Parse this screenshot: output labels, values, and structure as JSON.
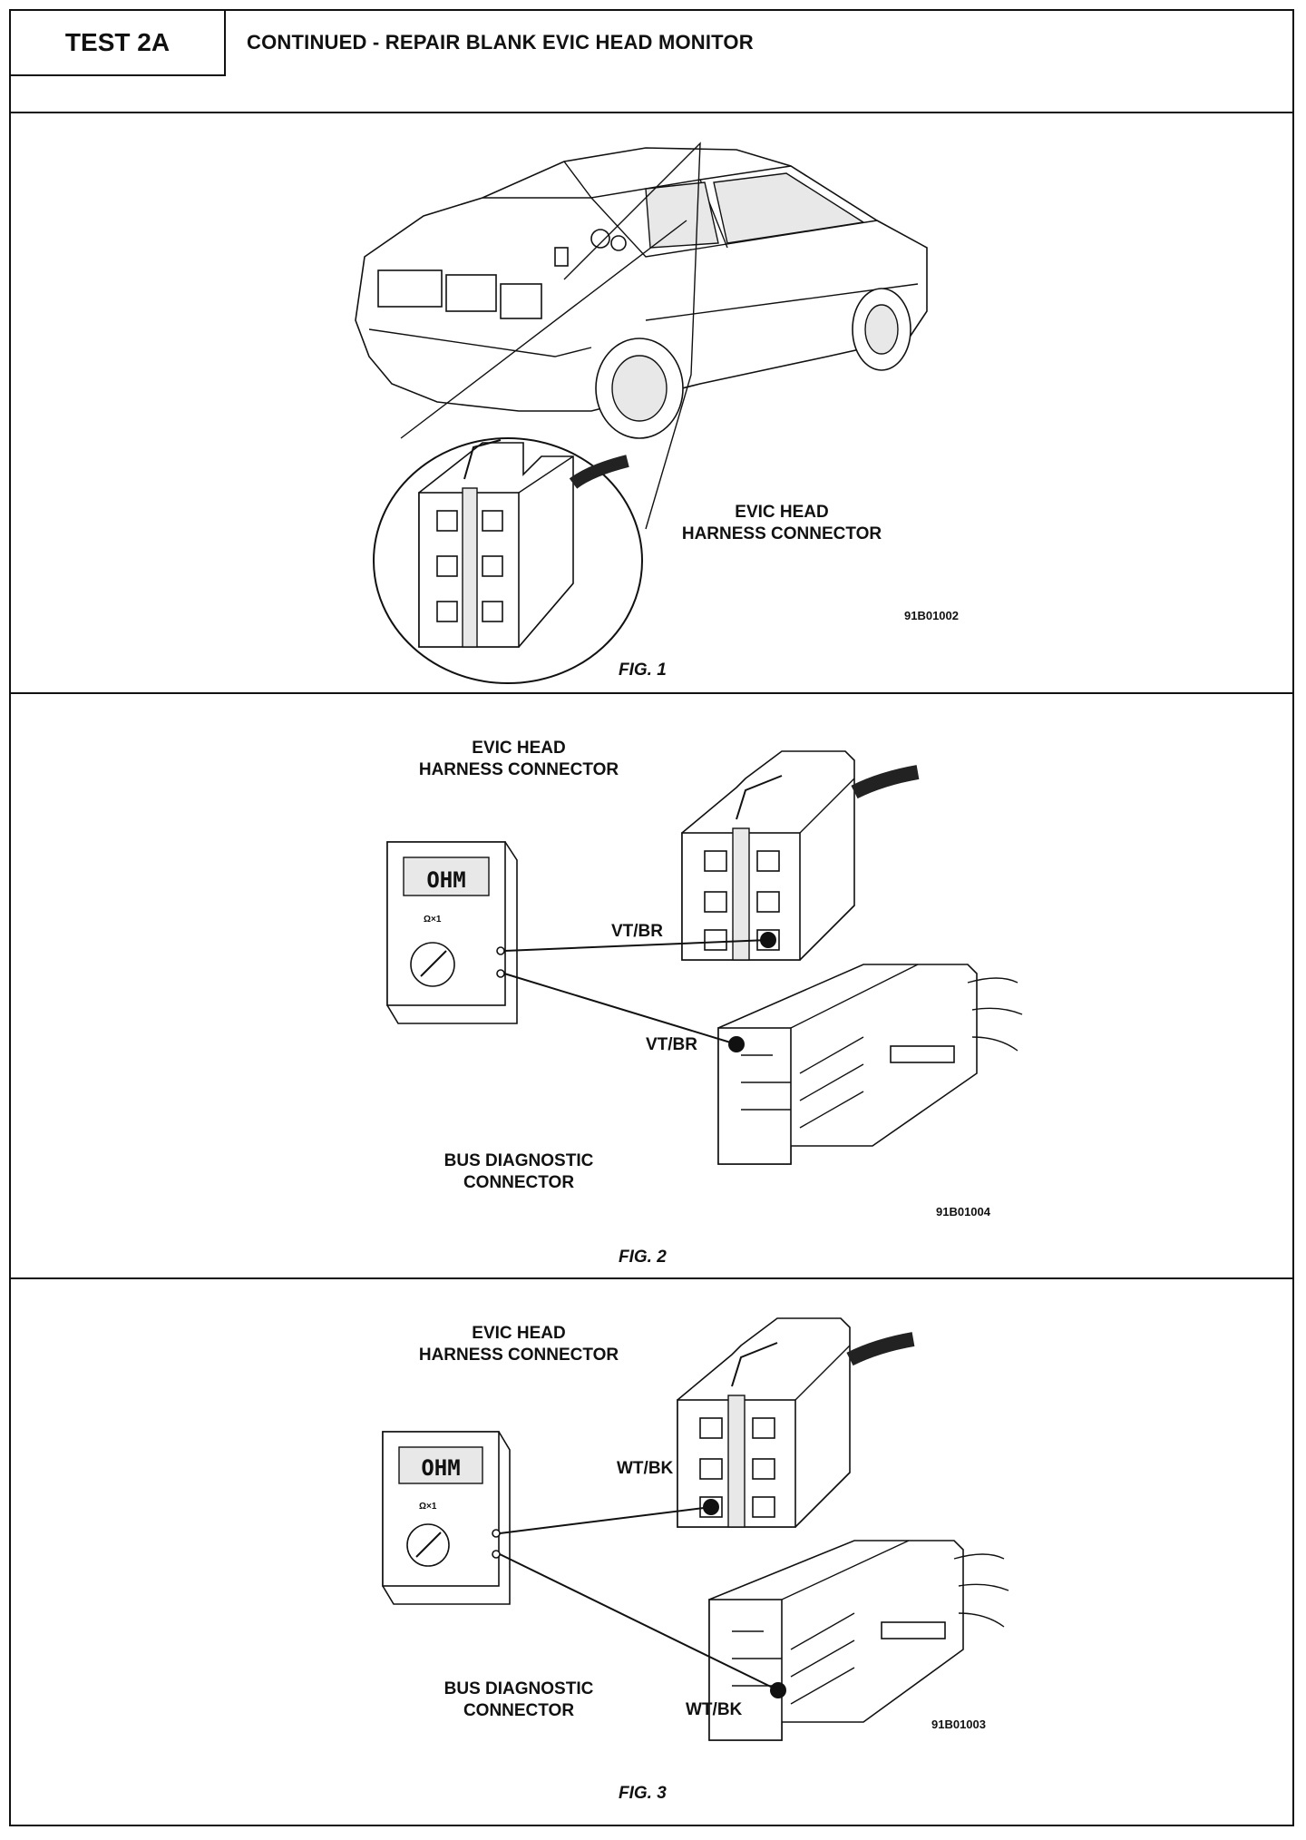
{
  "header": {
    "test_id": "TEST 2A",
    "title": "CONTINUED - REPAIR BLANK EVIC HEAD MONITOR"
  },
  "figures": [
    {
      "caption": "FIG. 1",
      "labels": {
        "connector": "EVIC HEAD\nHARNESS CONNECTOR"
      },
      "code": "91B01002"
    },
    {
      "caption": "FIG. 2",
      "labels": {
        "connector": "EVIC HEAD\nHARNESS CONNECTOR",
        "bus": "BUS DIAGNOSTIC\nCONNECTOR",
        "wire_top": "VT/BR",
        "wire_bottom": "VT/BR",
        "meter": "OHM",
        "meter_scale": "Ω×1"
      },
      "code": "91B01004"
    },
    {
      "caption": "FIG. 3",
      "labels": {
        "connector": "EVIC HEAD\nHARNESS CONNECTOR",
        "bus": "BUS DIAGNOSTIC\nCONNECTOR",
        "wire_top": "WT/BK",
        "wire_bottom": "WT/BK",
        "meter": "OHM",
        "meter_scale": "Ω×1"
      },
      "code": "91B01003"
    }
  ]
}
